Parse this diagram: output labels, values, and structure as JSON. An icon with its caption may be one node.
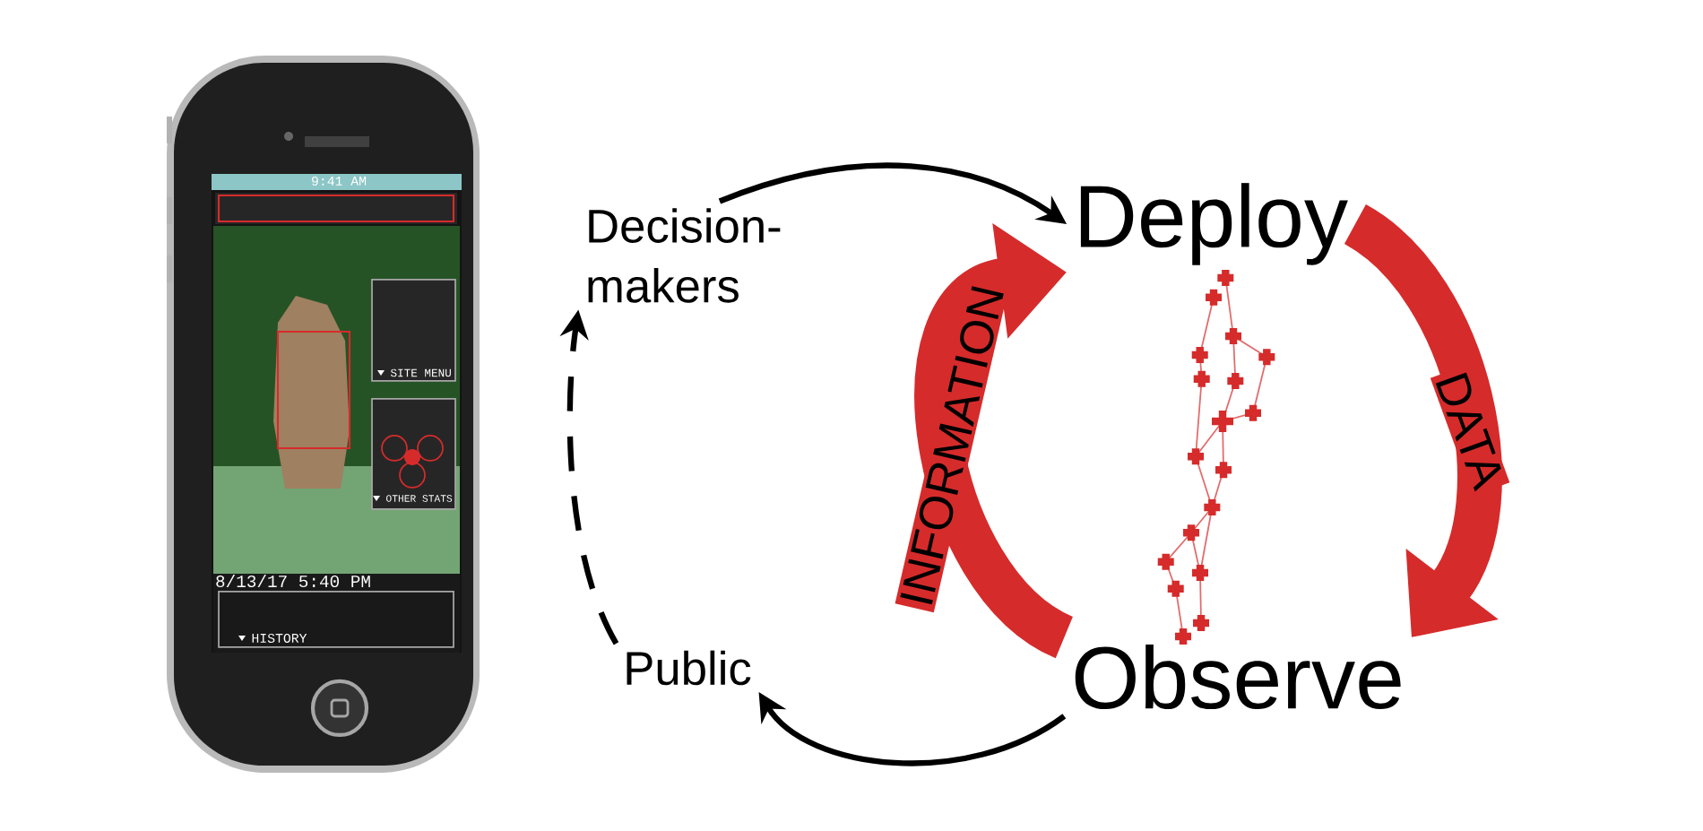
{
  "diagram": {
    "nodes": [
      {
        "text": [
          "Decision-makers"
        ]
      },
      {
        "text": [
          "Deploy"
        ]
      },
      {
        "text": [
          "Observe"
        ]
      },
      {
        "text": [
          "Public"
        ]
      }
    ],
    "edges": [
      {
        "from": 0,
        "to": 1,
        "arrow": "to"
      },
      {
        "from": 1,
        "to": 2,
        "arrow": "to",
        "label": "DATA",
        "style": "thick",
        "color": "#d62b2b"
      },
      {
        "from": 2,
        "to": 1,
        "arrow": "to",
        "label": "INFORMATION",
        "style": "thick",
        "color": "#d62b2b"
      },
      {
        "from": 2,
        "to": 3,
        "arrow": "to"
      },
      {
        "from": 3,
        "to": 0,
        "arrow": "to",
        "style": "dashed"
      }
    ],
    "labels": [
      "9:41 AM",
      "8/13/17 5:40 PM",
      "SITE MENU",
      "OTHER STATS",
      "HISTORY"
    ]
  }
}
